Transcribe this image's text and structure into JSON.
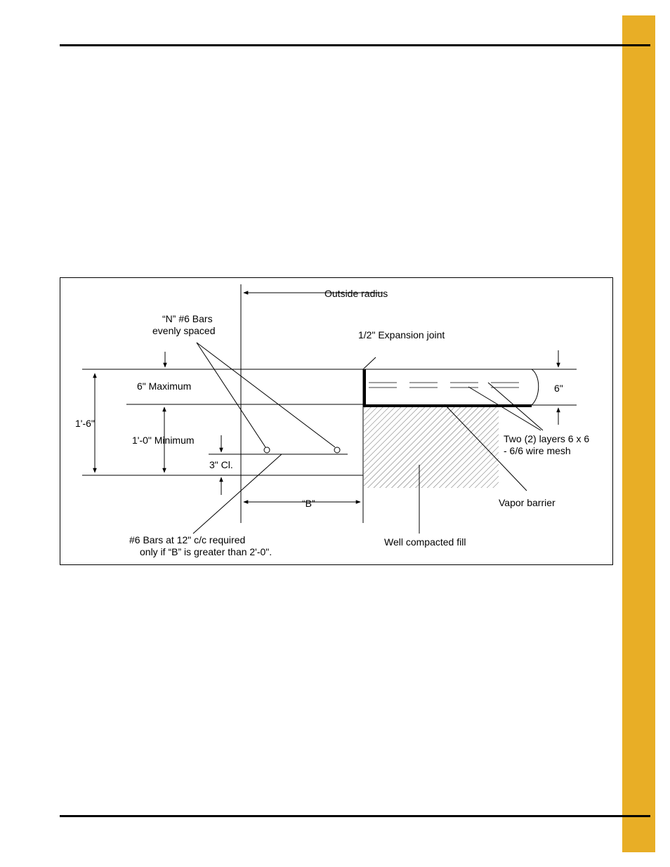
{
  "page": {
    "accent_color": "#E8AE26"
  },
  "diagram": {
    "labels": {
      "outside_radius": "Outside radius",
      "n_bars_line1": "“N” #6 Bars",
      "n_bars_line2": "evenly spaced",
      "expansion_joint": "1/2\" Expansion joint",
      "six_max": "6\" Maximum",
      "one_six": "1'-6\"",
      "one_zero_min": "1'-0\" Minimum",
      "three_cl": "3\" Cl.",
      "b_dim": "“B”",
      "six_in": "6\"",
      "mesh_line1": "Two (2) layers 6 x 6",
      "mesh_line2": "- 6/6 wire mesh",
      "vapor_barrier": "Vapor barrier",
      "fill": "Well compacted fill",
      "bars_note_line1": "#6 Bars at 12\" c/c required",
      "bars_note_line2": "only if “B” is greater than 2'-0\"."
    }
  }
}
